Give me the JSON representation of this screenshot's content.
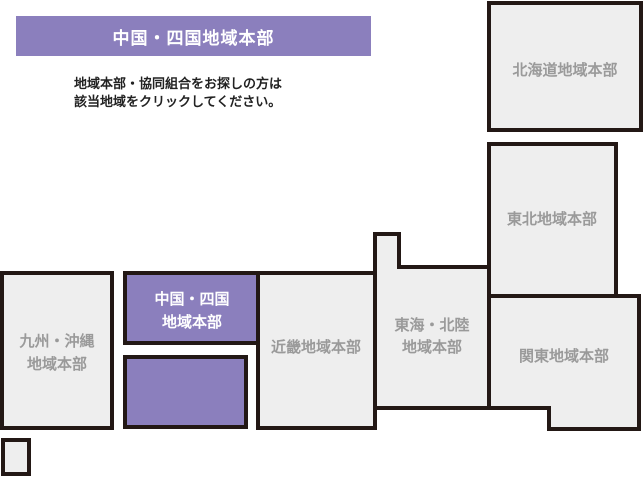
{
  "header": {
    "title": "中国・四国地域本部"
  },
  "instructions": {
    "line1": "地域本部・協同組合をお探しの方は",
    "line2": "該当地域をクリックしてください。"
  },
  "regions": {
    "hokkaido": {
      "label": "北海道地域本部"
    },
    "tohoku": {
      "label": "東北地域本部"
    },
    "kanto": {
      "label": "関東地域本部"
    },
    "tokai_hokuriku": {
      "line1": "東海・北陸",
      "line2": "地域本部"
    },
    "kinki": {
      "label": "近畿地域本部"
    },
    "chugoku_shikoku": {
      "line1": "中国・四国",
      "line2": "地域本部"
    },
    "kyushu_okinawa": {
      "line1": "九州・沖縄",
      "line2": "地域本部"
    }
  },
  "colors": {
    "accent": "#8b7fbd",
    "region_fill": "#eeeeee",
    "region_border": "#231815",
    "label_gray": "#9a9a9a"
  }
}
